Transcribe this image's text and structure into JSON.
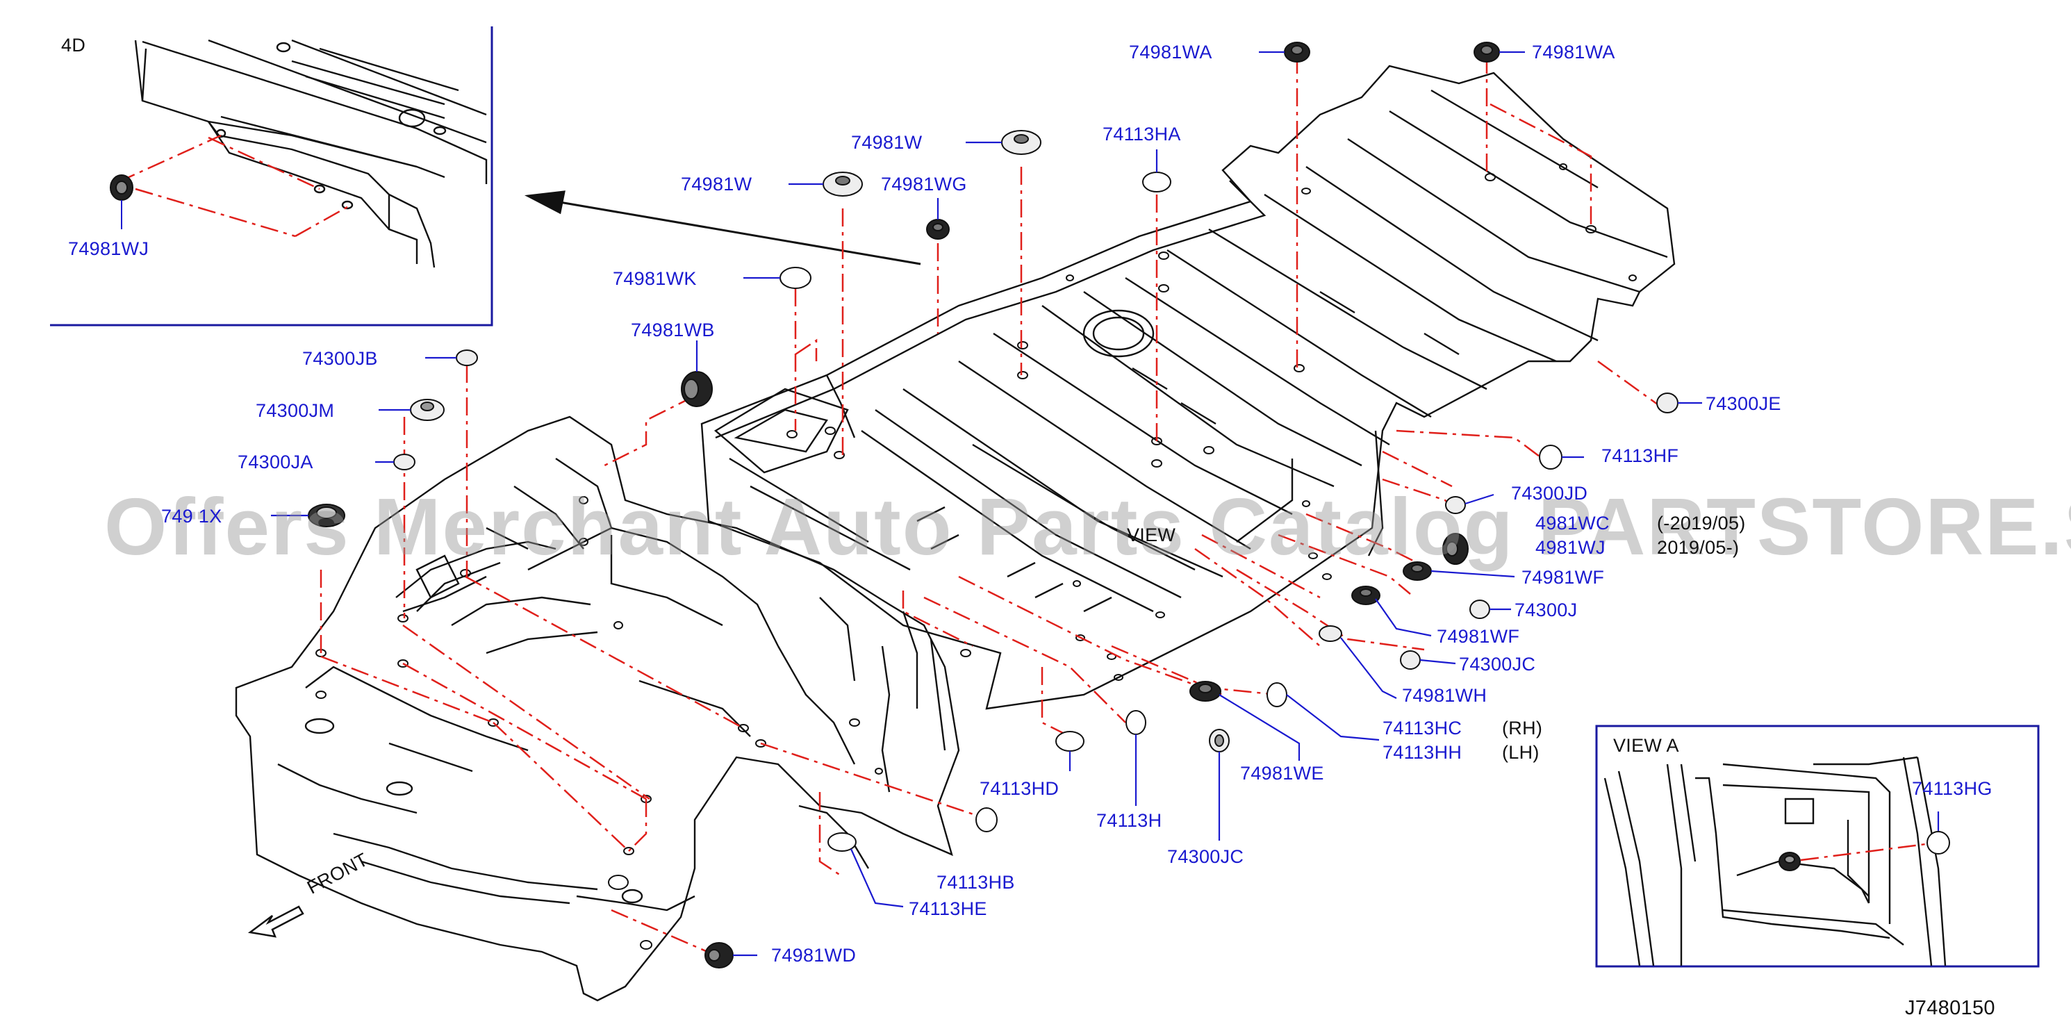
{
  "diagram_id": "J7480150",
  "watermark": "Offers Merchant Auto Parts Catalog PARTSTORE.SA",
  "inset_4d": {
    "tag": "4D",
    "part": "74981WJ"
  },
  "view_a": {
    "title": "VIEW   A",
    "part": "74113HG"
  },
  "main_view_tag": "VIEW",
  "front_label": "FRONT",
  "parts": [
    {
      "id": "wa1",
      "text": "74981WA"
    },
    {
      "id": "wa2",
      "text": "74981WA"
    },
    {
      "id": "ha",
      "text": "74113HA"
    },
    {
      "id": "w1",
      "text": "74981W"
    },
    {
      "id": "w2",
      "text": "74981W"
    },
    {
      "id": "wg",
      "text": "74981WG"
    },
    {
      "id": "wk",
      "text": "74981WK"
    },
    {
      "id": "wb",
      "text": "74981WB"
    },
    {
      "id": "jb",
      "text": "74300JB"
    },
    {
      "id": "jm",
      "text": "74300JM"
    },
    {
      "id": "ja",
      "text": "74300JA"
    },
    {
      "id": "x",
      "text": "749 1X"
    },
    {
      "id": "je",
      "text": "74300JE"
    },
    {
      "id": "hf",
      "text": "74113HF"
    },
    {
      "id": "jd",
      "text": "74300JD"
    },
    {
      "id": "wc",
      "text": "4981WC"
    },
    {
      "id": "wj2",
      "text": "4981WJ"
    },
    {
      "id": "wf1",
      "text": "74981WF"
    },
    {
      "id": "j",
      "text": "74300J"
    },
    {
      "id": "wf2",
      "text": "74981WF"
    },
    {
      "id": "jc1",
      "text": "74300JC"
    },
    {
      "id": "wh",
      "text": "74981WH"
    },
    {
      "id": "hc",
      "text": "74113HC"
    },
    {
      "id": "hh",
      "text": "74113HH"
    },
    {
      "id": "we",
      "text": "74981WE"
    },
    {
      "id": "hd",
      "text": "74113HD"
    },
    {
      "id": "h",
      "text": "74113H"
    },
    {
      "id": "jc2",
      "text": "74300JC"
    },
    {
      "id": "hb",
      "text": "74113HB"
    },
    {
      "id": "he",
      "text": "74113HE"
    },
    {
      "id": "wd",
      "text": "74981WD"
    }
  ],
  "notes": {
    "wc_range": "(-2019/05)",
    "wj_range": "2019/05-)",
    "rh": "(RH)",
    "lh": "(LH)"
  },
  "colors": {
    "label": "#1a1ad0",
    "line": "#111111",
    "leader": "#1a1ad0",
    "dash": "#e0201b",
    "frame": "#1a1aa0"
  }
}
